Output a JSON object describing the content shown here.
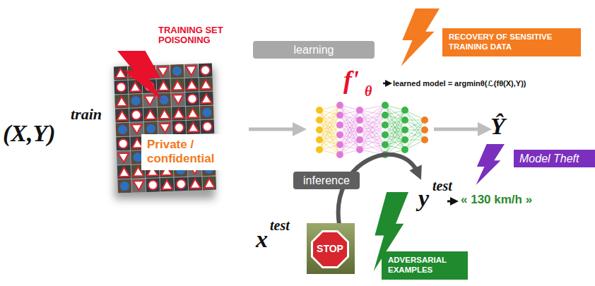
{
  "diagram": {
    "nodes": [
      {
        "text": [
          "learning"
        ]
      },
      {
        "text": [
          "RECOVERY OF SENSITIVE TRAINING DATA"
        ]
      },
      {
        "text": [
          "Private / confidential"
        ]
      },
      {
        "text": [
          "Model Theft"
        ]
      },
      {
        "text": [
          "inference"
        ]
      },
      {
        "text": [
          "ADVERSARIAL EXAMPLES"
        ]
      }
    ],
    "labels": [
      "TRAINING SET POISONING",
      "(X,Y)",
      "train",
      "f'",
      "θ",
      "learned model = argminθ(ℒ(fθ(X),Y))",
      "Ŷ",
      "y",
      "test",
      "« 130 km/h »",
      "x",
      "test",
      "STOP"
    ]
  }
}
